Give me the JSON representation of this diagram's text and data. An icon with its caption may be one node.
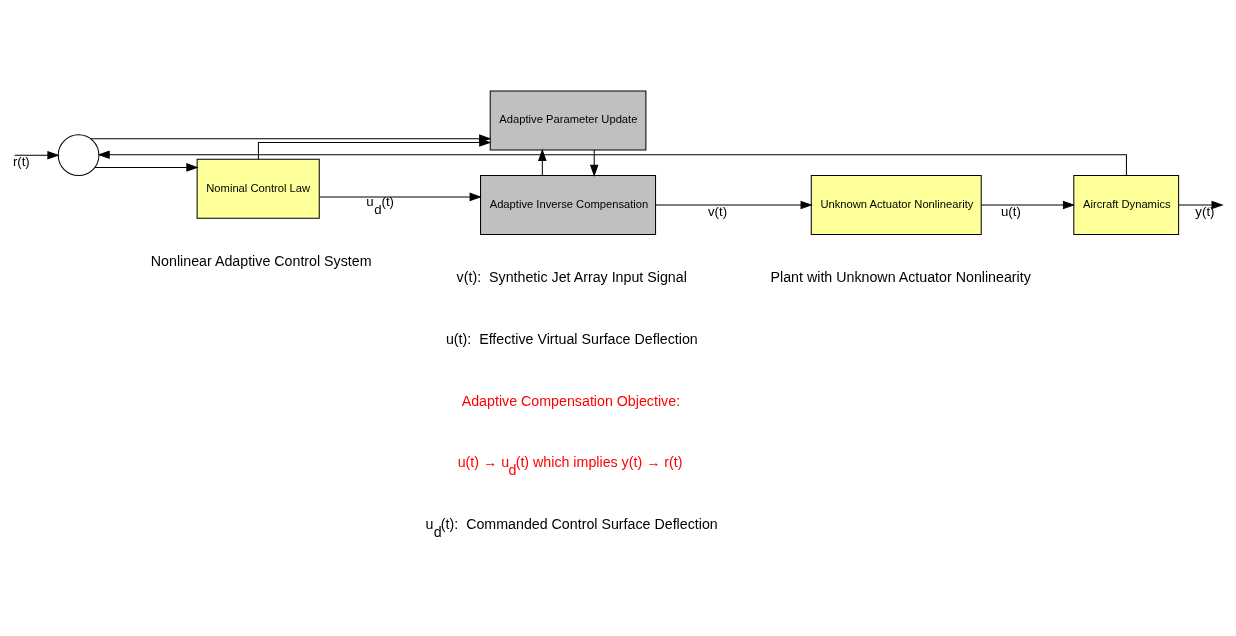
{
  "diagram": {
    "nodes": [
      {
        "text": [],
        "shape": "circle"
      },
      {
        "text": [
          "Nominal Control Law"
        ]
      },
      {
        "text": [
          "Adaptive Inverse Compensation"
        ]
      },
      {
        "text": [
          "Adaptive Parameter Update"
        ]
      },
      {
        "text": [
          "Unknown Actuator Nonlinearity"
        ]
      },
      {
        "text": [
          "Aircraft Dynamics"
        ]
      }
    ],
    "edges": [
      {
        "from": null,
        "to": 0,
        "arrow": "to",
        "label": "r(t)"
      },
      {
        "from": 0,
        "to": 1,
        "arrow": "to"
      },
      {
        "from": 0,
        "to": 3,
        "arrow": "to"
      },
      {
        "from": 1,
        "to": 2,
        "arrow": "to",
        "label": "u$_{d}$(t)"
      },
      {
        "from": 1,
        "to": 3,
        "arrow": "to"
      },
      {
        "from": 3,
        "to": 2,
        "arrow": "to"
      },
      {
        "from": 2,
        "to": 4,
        "arrow": "to",
        "label": "v(t)"
      },
      {
        "from": 2,
        "to": 3,
        "arrow": "to"
      },
      {
        "from": 4,
        "to": 5,
        "arrow": "to",
        "label": "u(t)"
      },
      {
        "from": 5,
        "to": null,
        "arrow": "to",
        "label": "y(t)"
      },
      {
        "from": 5,
        "to": 0,
        "arrow": "to"
      }
    ],
    "labels": [
      "Nonlinear Adaptive Control System",
      "Plant with Unknown Actuator Nonlinearity",
      "u$_{d}$(t):  Commanded Control Surface Deflection",
      "v(t):  Synthetic Jet Array Input Signal",
      "u(t):  Effective Virtual Surface Deflection",
      "Adaptive Compensation Objective:",
      "u(t) → u$_{d}$(t) which implies y(t) → r(t)"
    ]
  }
}
